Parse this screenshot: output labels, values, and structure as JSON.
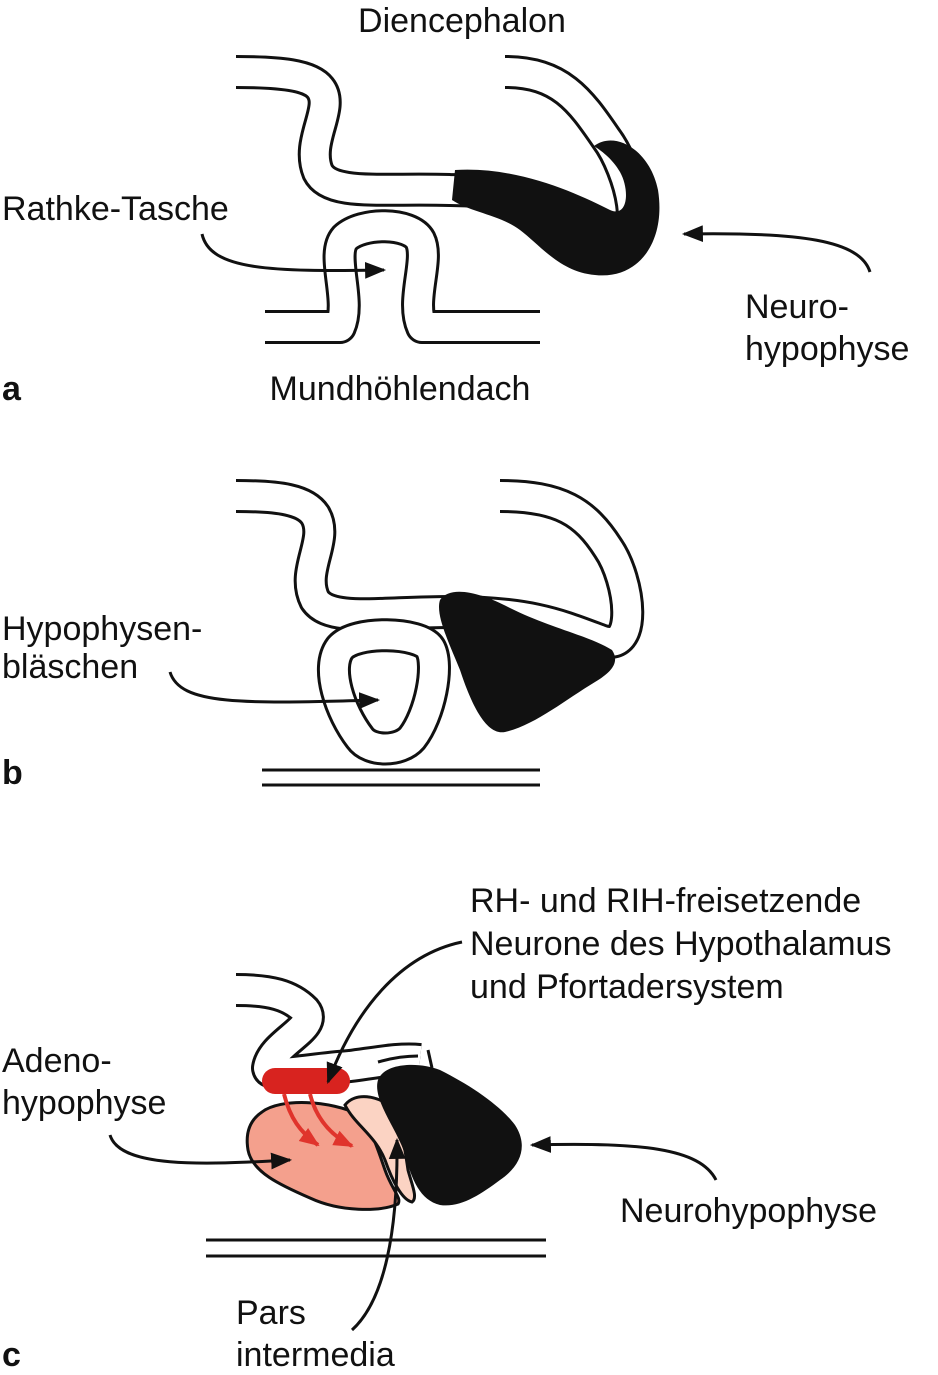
{
  "panel_a": {
    "letter": "a",
    "diencephalon": "Diencephalon",
    "rathke": "Rathke-Tasche",
    "neuro_1": "Neuro-",
    "neuro_2": "hypophyse",
    "mund": "Mundhöhlendach"
  },
  "panel_b": {
    "letter": "b",
    "hypo_1": "Hypophysen-",
    "hypo_2": "bläschen"
  },
  "panel_c": {
    "letter": "c",
    "rh_1": "RH- und RIH-freisetzende",
    "rh_2": "Neurone des Hypothalamus",
    "rh_3": "und Pfortadersystem",
    "adeno_1": "Adeno-",
    "adeno_2": "hypophyse",
    "neurohypophyse": "Neurohypophyse",
    "pars_1": "Pars",
    "pars_2": "intermedia"
  },
  "colors": {
    "ink": "#111111",
    "adenohypophyse": "#f4a08d",
    "pars_intermedia": "#fbd3c3",
    "portal_system": "#d8231f",
    "portal_arrows": "#e0342c"
  }
}
